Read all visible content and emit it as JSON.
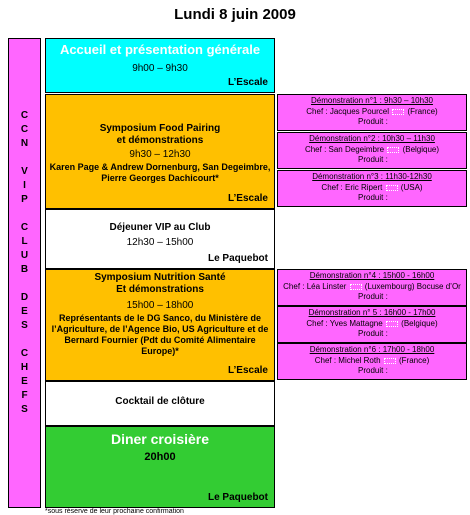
{
  "title": "Lundi 8 juin 2009",
  "sidebar": {
    "letters": [
      "C",
      "C",
      "N",
      "",
      "V",
      "I",
      "P",
      "",
      "C",
      "L",
      "U",
      "B",
      "",
      "D",
      "E",
      "S",
      "",
      "C",
      "H",
      "E",
      "F",
      "S"
    ]
  },
  "blocks": {
    "accueil": {
      "title": "Accueil et présentation générale",
      "time": "9h00 – 9h30",
      "location": "L’Escale"
    },
    "food": {
      "title1": "Symposium Food Pairing",
      "title2": "et démonstrations",
      "time": "9h30 – 12h30",
      "speakers": "Karen Page & Andrew Dornenburg, San Degeimbre, Pierre Georges Dachicourt*",
      "location": "L’Escale"
    },
    "dejeuner": {
      "title": "Déjeuner VIP au Club",
      "time": "12h30 – 15h00",
      "location": "Le Paquebot"
    },
    "nutrition": {
      "title1": "Symposium Nutrition Santé",
      "title2": "Et démonstrations",
      "time": "15h00 – 18h00",
      "speakers": "Représentants de le DG Sanco, du Ministère de l’Agriculture, de l’Agence Bio, US Agriculture et de Bernard Fournier (Pdt du Comité Alimentaire Europe)*",
      "location": "L’Escale"
    },
    "cocktail": {
      "title": "Cocktail de clôture"
    },
    "diner": {
      "title": "Diner croisière",
      "time": "20h00",
      "location": "Le Paquebot"
    }
  },
  "demos": [
    {
      "head": "Démonstration n°1 : 9h30 – 10h30",
      "chef": "Chef : Jacques Pourcel",
      "country": "(France)",
      "produit": "Produit :"
    },
    {
      "head": "Démonstration n°2 : 10h30 – 11h30",
      "chef": "Chef : San Degeimbre",
      "country": "(Belgique)",
      "produit": "Produit :"
    },
    {
      "head": "Démonstration n°3 : 11h30-12h30",
      "chef": "Chef : Eric Ripert",
      "country": "(USA)",
      "produit": "Produit :"
    },
    {
      "head": "Démonstration n°4 : 15h00 - 16h00",
      "chef": "Chef : Léa Linster",
      "country": "(Luxembourg) Bocuse d’Or",
      "produit": "Produit :"
    },
    {
      "head": "Démonstration n° 5 : 16h00 - 17h00",
      "chef": "Chef : Yves Mattagne",
      "country": "(Belgique)",
      "produit": "Produit :"
    },
    {
      "head": "Démonstration n°6 : 17h00 - 18h00",
      "chef": "Chef : Michel Roth",
      "country": "(France)",
      "produit": "Produit :"
    }
  ],
  "footnote": "*sous réserve de leur prochaine confirmation",
  "colors": {
    "cyan": "#00ffff",
    "orange": "#ffc000",
    "magenta": "#ff66ff",
    "green": "#33cc33"
  }
}
